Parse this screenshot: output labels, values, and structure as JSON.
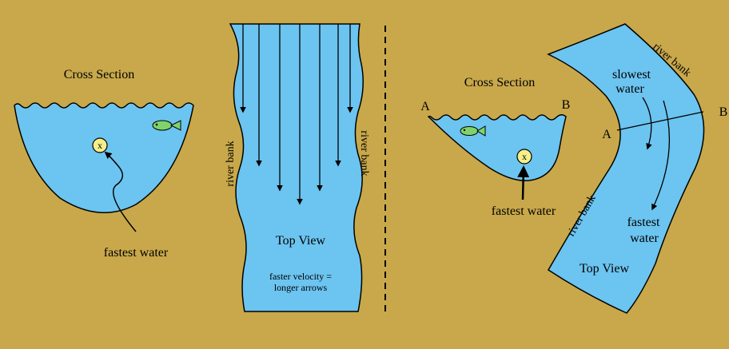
{
  "left_cross_section": {
    "title": "Cross Section",
    "marker": "x",
    "caption": "fastest water"
  },
  "straight_top_view": {
    "left_bank": "river bank",
    "right_bank": "river bank",
    "title": "Top View",
    "note_line1": "faster velocity =",
    "note_line2": "longer arrows"
  },
  "right_cross_section": {
    "title": "Cross Section",
    "label_a": "A",
    "label_b": "B",
    "marker": "x",
    "caption": "fastest water"
  },
  "bend_top_view": {
    "outer_bank": "river bank",
    "inner_bank": "river bank",
    "slowest_line1": "slowest",
    "slowest_line2": "water",
    "fastest_line1": "fastest",
    "fastest_line2": "water",
    "label_a": "A",
    "label_b": "B",
    "title": "Top View"
  },
  "colors": {
    "background": "#c8a84a",
    "water": "#6cc4f0",
    "fish": "#7fd36a",
    "marker": "#f5ef8a"
  }
}
